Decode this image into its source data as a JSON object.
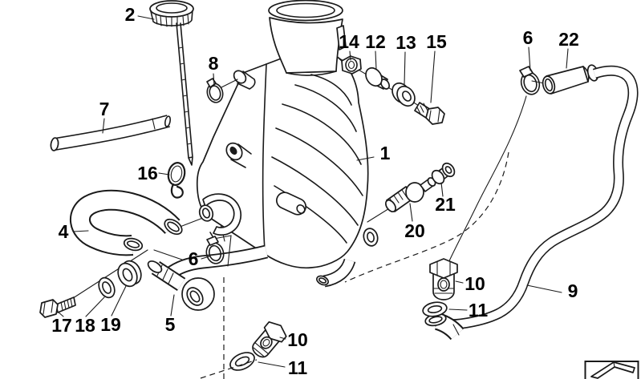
{
  "diagram": {
    "callouts": [
      {
        "num": "2"
      },
      {
        "num": "7"
      },
      {
        "num": "8"
      },
      {
        "num": "16"
      },
      {
        "num": "14"
      },
      {
        "num": "12"
      },
      {
        "num": "13"
      },
      {
        "num": "15"
      },
      {
        "num": "6"
      },
      {
        "num": "22"
      },
      {
        "num": "1"
      },
      {
        "num": "20"
      },
      {
        "num": "21"
      },
      {
        "num": "4"
      },
      {
        "num": "6"
      },
      {
        "num": "5"
      },
      {
        "num": "17"
      },
      {
        "num": "18"
      },
      {
        "num": "19"
      },
      {
        "num": "10"
      },
      {
        "num": "11"
      },
      {
        "num": "9"
      },
      {
        "num": "10"
      },
      {
        "num": "11"
      }
    ],
    "logo_icon": "bmw-parts-arrow-logo",
    "colors": {
      "line": "#1a1a1a",
      "background": "#ffffff"
    }
  }
}
